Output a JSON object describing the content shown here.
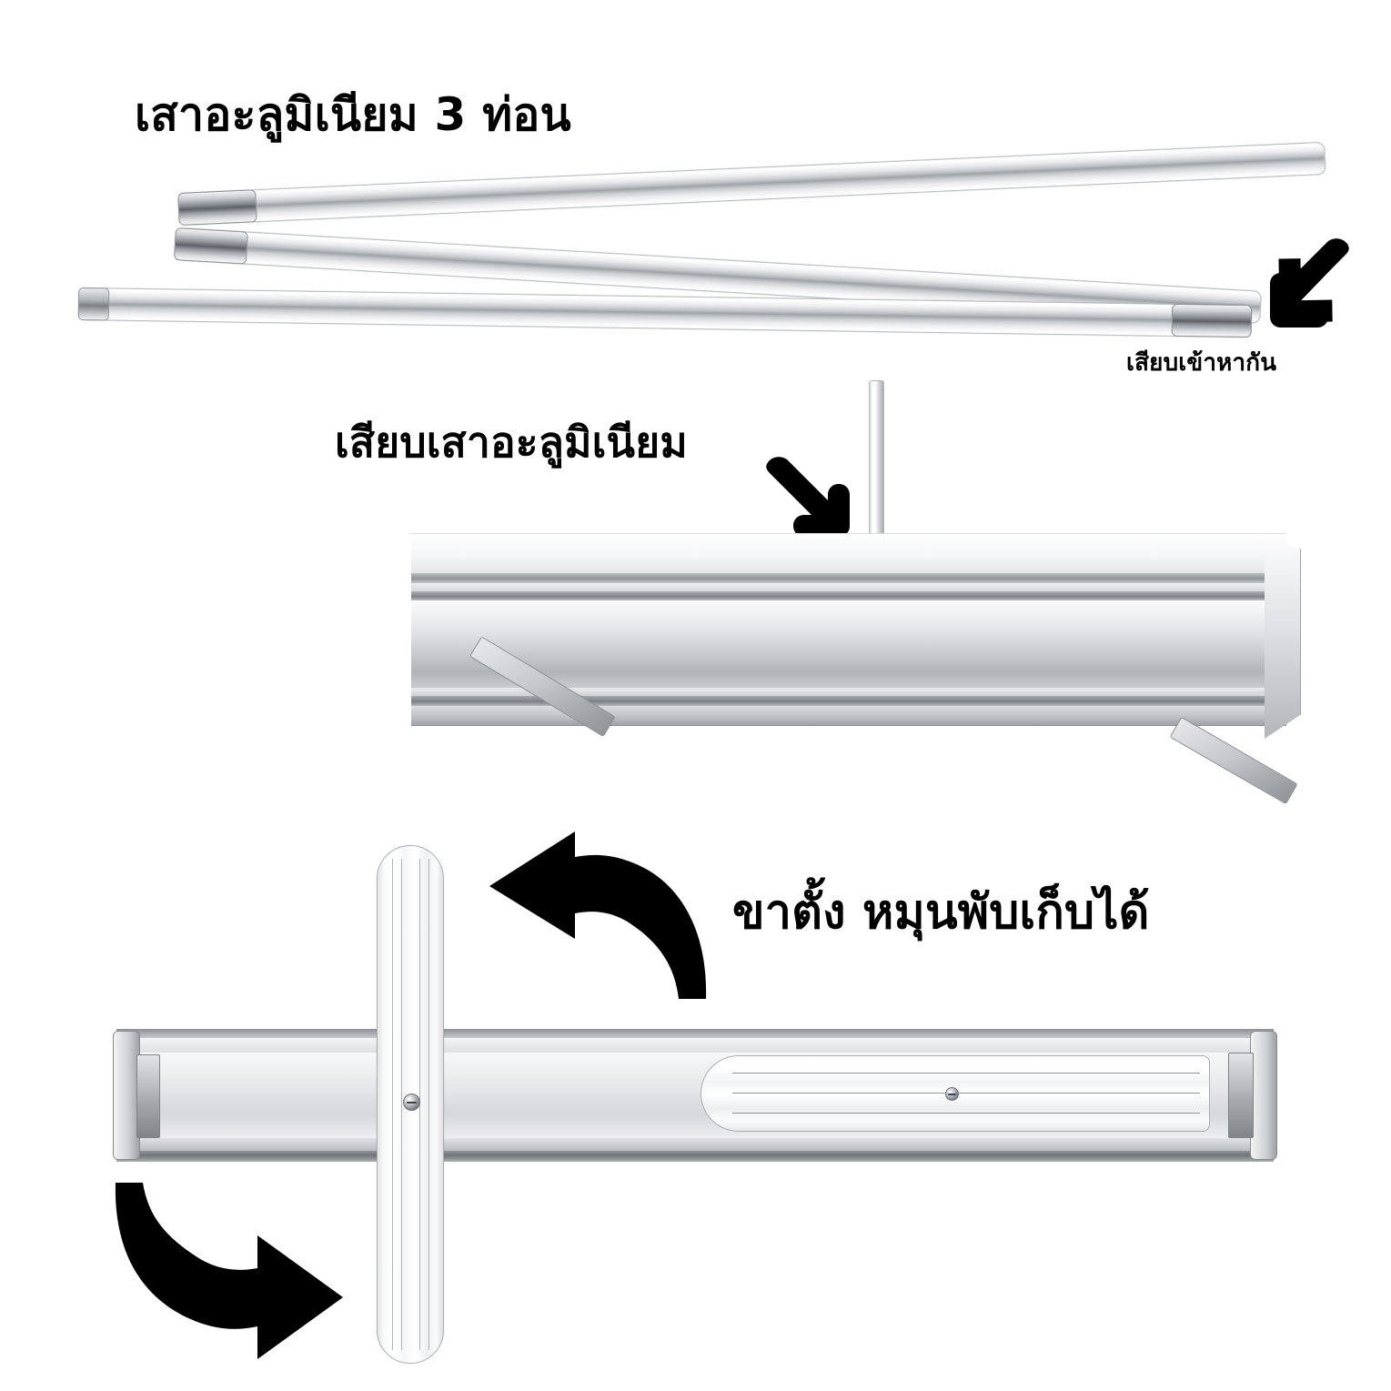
{
  "page": {
    "title": "Roll-up banner stand assembly instructions",
    "background_color": "#ffffff",
    "text_color": "#000000",
    "metal_color": "#c7cacd"
  },
  "steps": [
    {
      "id": "step-poles",
      "label": "เสาอะลูมิเนียม 3 ท่อน",
      "sub_label": "เสียบเข้าหากัน",
      "part_count": "3",
      "arrow": "arrow-down-left-icon"
    },
    {
      "id": "step-insert-pole",
      "label": "เสียบเสาอะลูมิเนียม",
      "arrow": "arrow-down-right-icon"
    },
    {
      "id": "step-stand",
      "label": "ขาตั้ง หมุนพับเก็บได้",
      "arrow_up": "curved-arrow-left-icon",
      "arrow_down": "curved-arrow-right-icon"
    }
  ]
}
